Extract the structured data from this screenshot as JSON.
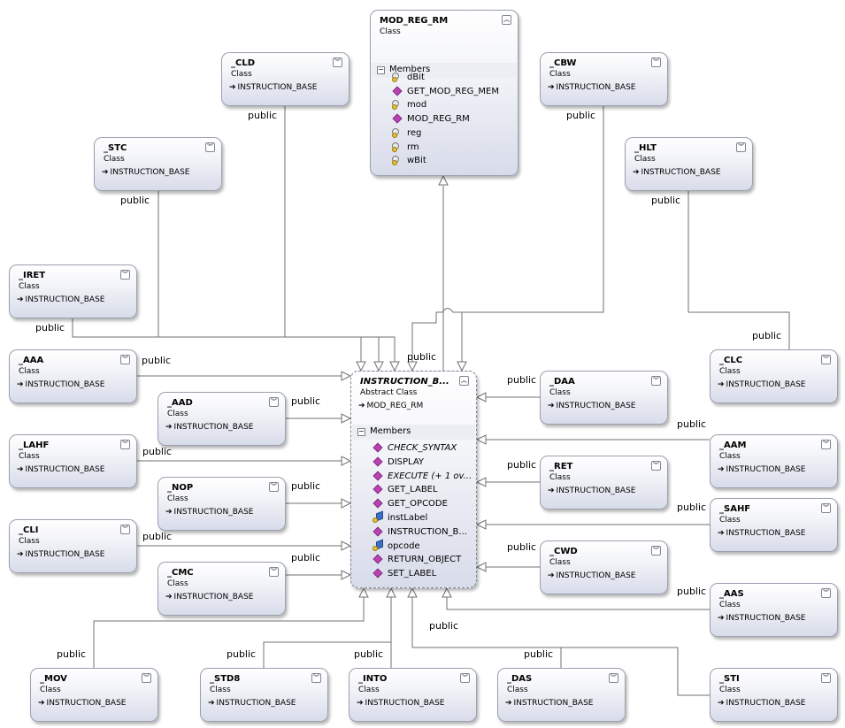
{
  "relation_label": "public",
  "base_prefix": "INSTRUCTION_BASE",
  "mod_reg_rm": {
    "title": "MOD_REG_RM",
    "subtitle": "Class",
    "members_label": "Members",
    "members": [
      {
        "name": "dBit",
        "icon": "property-icon"
      },
      {
        "name": "GET_MOD_REG_MEM",
        "icon": "method-icon"
      },
      {
        "name": "mod",
        "icon": "property-icon"
      },
      {
        "name": "MOD_REG_RM",
        "icon": "method-icon"
      },
      {
        "name": "reg",
        "icon": "property-icon"
      },
      {
        "name": "rm",
        "icon": "property-icon"
      },
      {
        "name": "wBit",
        "icon": "property-icon"
      }
    ]
  },
  "instruction_base": {
    "title": "INSTRUCTION_B...",
    "subtitle": "Abstract Class",
    "base": "MOD_REG_RM",
    "members_label": "Members",
    "members": [
      {
        "name": "CHECK_SYNTAX",
        "icon": "method-icon",
        "italic": true
      },
      {
        "name": "DISPLAY",
        "icon": "method-icon",
        "italic": false
      },
      {
        "name": "EXECUTE (+ 1 ov...",
        "icon": "method-icon",
        "italic": true
      },
      {
        "name": "GET_LABEL",
        "icon": "method-icon",
        "italic": false
      },
      {
        "name": "GET_OPCODE",
        "icon": "method-icon",
        "italic": false
      },
      {
        "name": "instLabel",
        "icon": "field-icon",
        "italic": false
      },
      {
        "name": "INSTRUCTION_B...",
        "icon": "method-icon",
        "italic": false
      },
      {
        "name": "opcode",
        "icon": "field-icon",
        "italic": false
      },
      {
        "name": "RETURN_OBJECT",
        "icon": "method-icon",
        "italic": false
      },
      {
        "name": "SET_LABEL",
        "icon": "method-icon",
        "italic": false
      }
    ]
  },
  "classes": [
    {
      "id": "cld",
      "title": "_CLD",
      "subtitle": "Class",
      "base": "INSTRUCTION_BASE"
    },
    {
      "id": "cbw",
      "title": "_CBW",
      "subtitle": "Class",
      "base": "INSTRUCTION_BASE"
    },
    {
      "id": "stc",
      "title": "_STC",
      "subtitle": "Class",
      "base": "INSTRUCTION_BASE"
    },
    {
      "id": "hlt",
      "title": "_HLT",
      "subtitle": "Class",
      "base": "INSTRUCTION_BASE"
    },
    {
      "id": "iret",
      "title": "_IRET",
      "subtitle": "Class",
      "base": "INSTRUCTION_BASE"
    },
    {
      "id": "aaa",
      "title": "_AAA",
      "subtitle": "Class",
      "base": "INSTRUCTION_BASE"
    },
    {
      "id": "clc",
      "title": "_CLC",
      "subtitle": "Class",
      "base": "INSTRUCTION_BASE"
    },
    {
      "id": "aad",
      "title": "_AAD",
      "subtitle": "Class",
      "base": "INSTRUCTION_BASE"
    },
    {
      "id": "daa",
      "title": "_DAA",
      "subtitle": "Class",
      "base": "INSTRUCTION_BASE"
    },
    {
      "id": "lahf",
      "title": "_LAHF",
      "subtitle": "Class",
      "base": "INSTRUCTION_BASE"
    },
    {
      "id": "aam",
      "title": "_AAM",
      "subtitle": "Class",
      "base": "INSTRUCTION_BASE"
    },
    {
      "id": "nop",
      "title": "_NOP",
      "subtitle": "Class",
      "base": "INSTRUCTION_BASE"
    },
    {
      "id": "ret",
      "title": "_RET",
      "subtitle": "Class",
      "base": "INSTRUCTION_BASE"
    },
    {
      "id": "sahf",
      "title": "_SAHF",
      "subtitle": "Class",
      "base": "INSTRUCTION_BASE"
    },
    {
      "id": "cli",
      "title": "_CLI",
      "subtitle": "Class",
      "base": "INSTRUCTION_BASE"
    },
    {
      "id": "cwd",
      "title": "_CWD",
      "subtitle": "Class",
      "base": "INSTRUCTION_BASE"
    },
    {
      "id": "cmc",
      "title": "_CMC",
      "subtitle": "Class",
      "base": "INSTRUCTION_BASE"
    },
    {
      "id": "aas",
      "title": "_AAS",
      "subtitle": "Class",
      "base": "INSTRUCTION_BASE"
    },
    {
      "id": "mov",
      "title": "_MOV",
      "subtitle": "Class",
      "base": "INSTRUCTION_BASE"
    },
    {
      "id": "std8",
      "title": "_STD8",
      "subtitle": "Class",
      "base": "INSTRUCTION_BASE"
    },
    {
      "id": "into",
      "title": "_INTO",
      "subtitle": "Class",
      "base": "INSTRUCTION_BASE"
    },
    {
      "id": "das",
      "title": "_DAS",
      "subtitle": "Class",
      "base": "INSTRUCTION_BASE"
    },
    {
      "id": "sti",
      "title": "_STI",
      "subtitle": "Class",
      "base": "INSTRUCTION_BASE"
    }
  ],
  "colors": {
    "line": "#707070",
    "box_border": "#9aa0ad",
    "method_icon": "#b842b2",
    "field_icon": "#3a6fc4"
  }
}
